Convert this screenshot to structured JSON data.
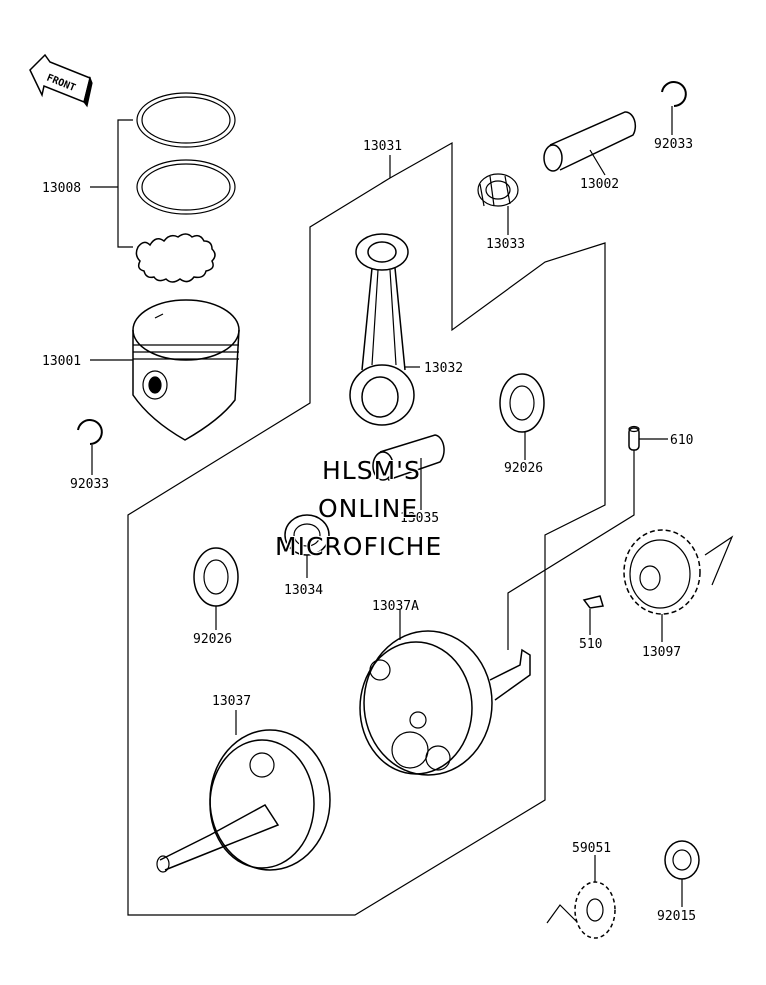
{
  "front_arrow": {
    "text": "FRONT"
  },
  "parts": [
    {
      "id": "p13008",
      "label": "13008"
    },
    {
      "id": "p13001",
      "label": "13001"
    },
    {
      "id": "p92033a",
      "label": "92033"
    },
    {
      "id": "p92033b",
      "label": "92033"
    },
    {
      "id": "p13031",
      "label": "13031"
    },
    {
      "id": "p13033",
      "label": "13033"
    },
    {
      "id": "p13002",
      "label": "13002"
    },
    {
      "id": "p13032",
      "label": "13032"
    },
    {
      "id": "p92026a",
      "label": "92026"
    },
    {
      "id": "p92026b",
      "label": "92026"
    },
    {
      "id": "p610",
      "label": "610"
    },
    {
      "id": "p13035",
      "label": "13035"
    },
    {
      "id": "p13034",
      "label": "13034"
    },
    {
      "id": "p13037A",
      "label": "13037A"
    },
    {
      "id": "p510",
      "label": "510"
    },
    {
      "id": "p13097",
      "label": "13097"
    },
    {
      "id": "p13037",
      "label": "13037"
    },
    {
      "id": "p59051",
      "label": "59051"
    },
    {
      "id": "p92015",
      "label": "92015"
    }
  ],
  "watermark": {
    "line1": "HLSM'S",
    "line2": "ONLINE",
    "line3": "MICROFICHE"
  }
}
